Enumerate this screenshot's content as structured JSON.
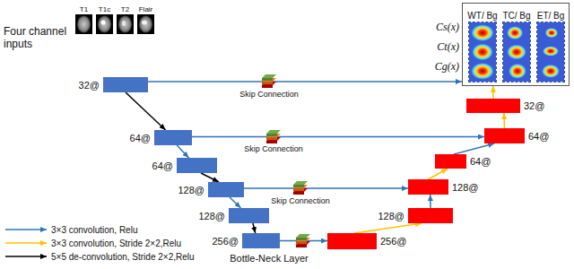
{
  "diagram": {
    "nodes": [
      {
        "text": [
          "T1"
        ]
      },
      {
        "text": [
          "T1c"
        ]
      },
      {
        "text": [
          "T2"
        ]
      },
      {
        "text": [
          "Flair"
        ]
      },
      {
        "text": [
          "Cs(x)",
          "Ct(x)",
          "Cg(x)"
        ]
      },
      {
        "text": [
          "WT/ Bg"
        ],
        "in": 4
      },
      {
        "text": [
          "TC/ Bg"
        ],
        "in": 4
      },
      {
        "text": [
          "ET/ Bg"
        ],
        "in": 4
      },
      {
        "text": [
          "32@"
        ]
      },
      {
        "text": [
          "64@"
        ]
      },
      {
        "text": [
          "64@"
        ]
      },
      {
        "text": [
          "128@"
        ]
      },
      {
        "text": [
          "128@"
        ]
      },
      {
        "text": [
          "256@"
        ]
      },
      {
        "text": [
          "32@"
        ]
      },
      {
        "text": [
          "64@"
        ]
      },
      {
        "text": [
          "64@"
        ]
      },
      {
        "text": [
          "128@"
        ]
      },
      {
        "text": [
          "128@"
        ]
      },
      {
        "text": [
          "256@"
        ]
      }
    ],
    "edges": [
      {
        "from": 8,
        "to": 9,
        "arrow": "to"
      },
      {
        "from": 9,
        "to": 10,
        "arrow": "to"
      },
      {
        "from": 10,
        "to": 11,
        "arrow": "to"
      },
      {
        "from": 11,
        "to": 12,
        "arrow": "to"
      },
      {
        "from": 12,
        "to": 13,
        "arrow": "to"
      },
      {
        "from": 13,
        "to": 19,
        "arrow": "to"
      },
      {
        "from": 19,
        "to": 18,
        "arrow": "to"
      },
      {
        "from": 18,
        "to": 17,
        "arrow": "to"
      },
      {
        "from": 17,
        "to": 16,
        "arrow": "to"
      },
      {
        "from": 16,
        "to": 15,
        "arrow": "to"
      },
      {
        "from": 15,
        "to": 14,
        "arrow": "to"
      },
      {
        "from": 14,
        "to": 4,
        "arrow": "to"
      },
      {
        "from": 8,
        "to": 4,
        "arrow": "to"
      },
      {
        "from": 9,
        "to": 15,
        "arrow": "to"
      },
      {
        "from": 11,
        "to": 17,
        "arrow": "to"
      }
    ],
    "labels": [
      "Four channel inputs",
      "Skip Connection",
      "Skip Connection",
      "Skip Connection",
      "Bottle-Neck Layer"
    ],
    "legend": [
      {
        "text": "3×3 convolution, Relu"
      },
      {
        "text": "3×3 convolution, Stride 2×2,Relu"
      },
      {
        "text": "5×5 de-convolution, Stride 2×2,Relu"
      }
    ]
  }
}
